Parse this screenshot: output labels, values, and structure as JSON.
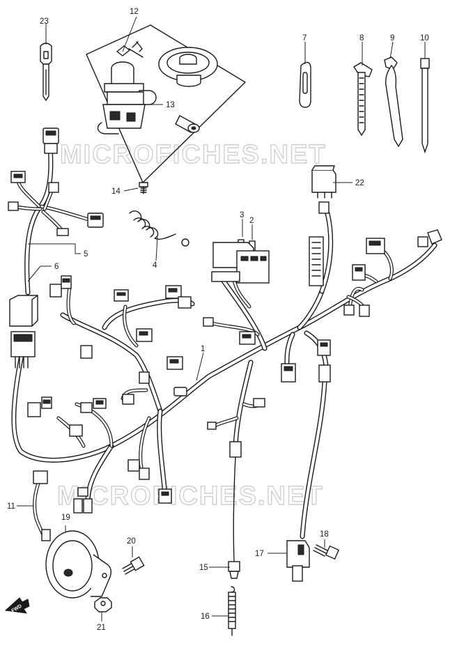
{
  "watermark": "MICROFICHES.NET",
  "direction_badge": "FWD",
  "callouts": [
    {
      "id": "1",
      "label": "1"
    },
    {
      "id": "2",
      "label": "2"
    },
    {
      "id": "3",
      "label": "3"
    },
    {
      "id": "4",
      "label": "4"
    },
    {
      "id": "5",
      "label": "5"
    },
    {
      "id": "6",
      "label": "6"
    },
    {
      "id": "7",
      "label": "7"
    },
    {
      "id": "8",
      "label": "8"
    },
    {
      "id": "9",
      "label": "9"
    },
    {
      "id": "10",
      "label": "10"
    },
    {
      "id": "11",
      "label": "11"
    },
    {
      "id": "12",
      "label": "12"
    },
    {
      "id": "13",
      "label": "13"
    },
    {
      "id": "14",
      "label": "14"
    },
    {
      "id": "15",
      "label": "15"
    },
    {
      "id": "16",
      "label": "16"
    },
    {
      "id": "17",
      "label": "17"
    },
    {
      "id": "18",
      "label": "18"
    },
    {
      "id": "19",
      "label": "19"
    },
    {
      "id": "20",
      "label": "20"
    },
    {
      "id": "21",
      "label": "21"
    },
    {
      "id": "22",
      "label": "22"
    },
    {
      "id": "23",
      "label": "23"
    }
  ]
}
